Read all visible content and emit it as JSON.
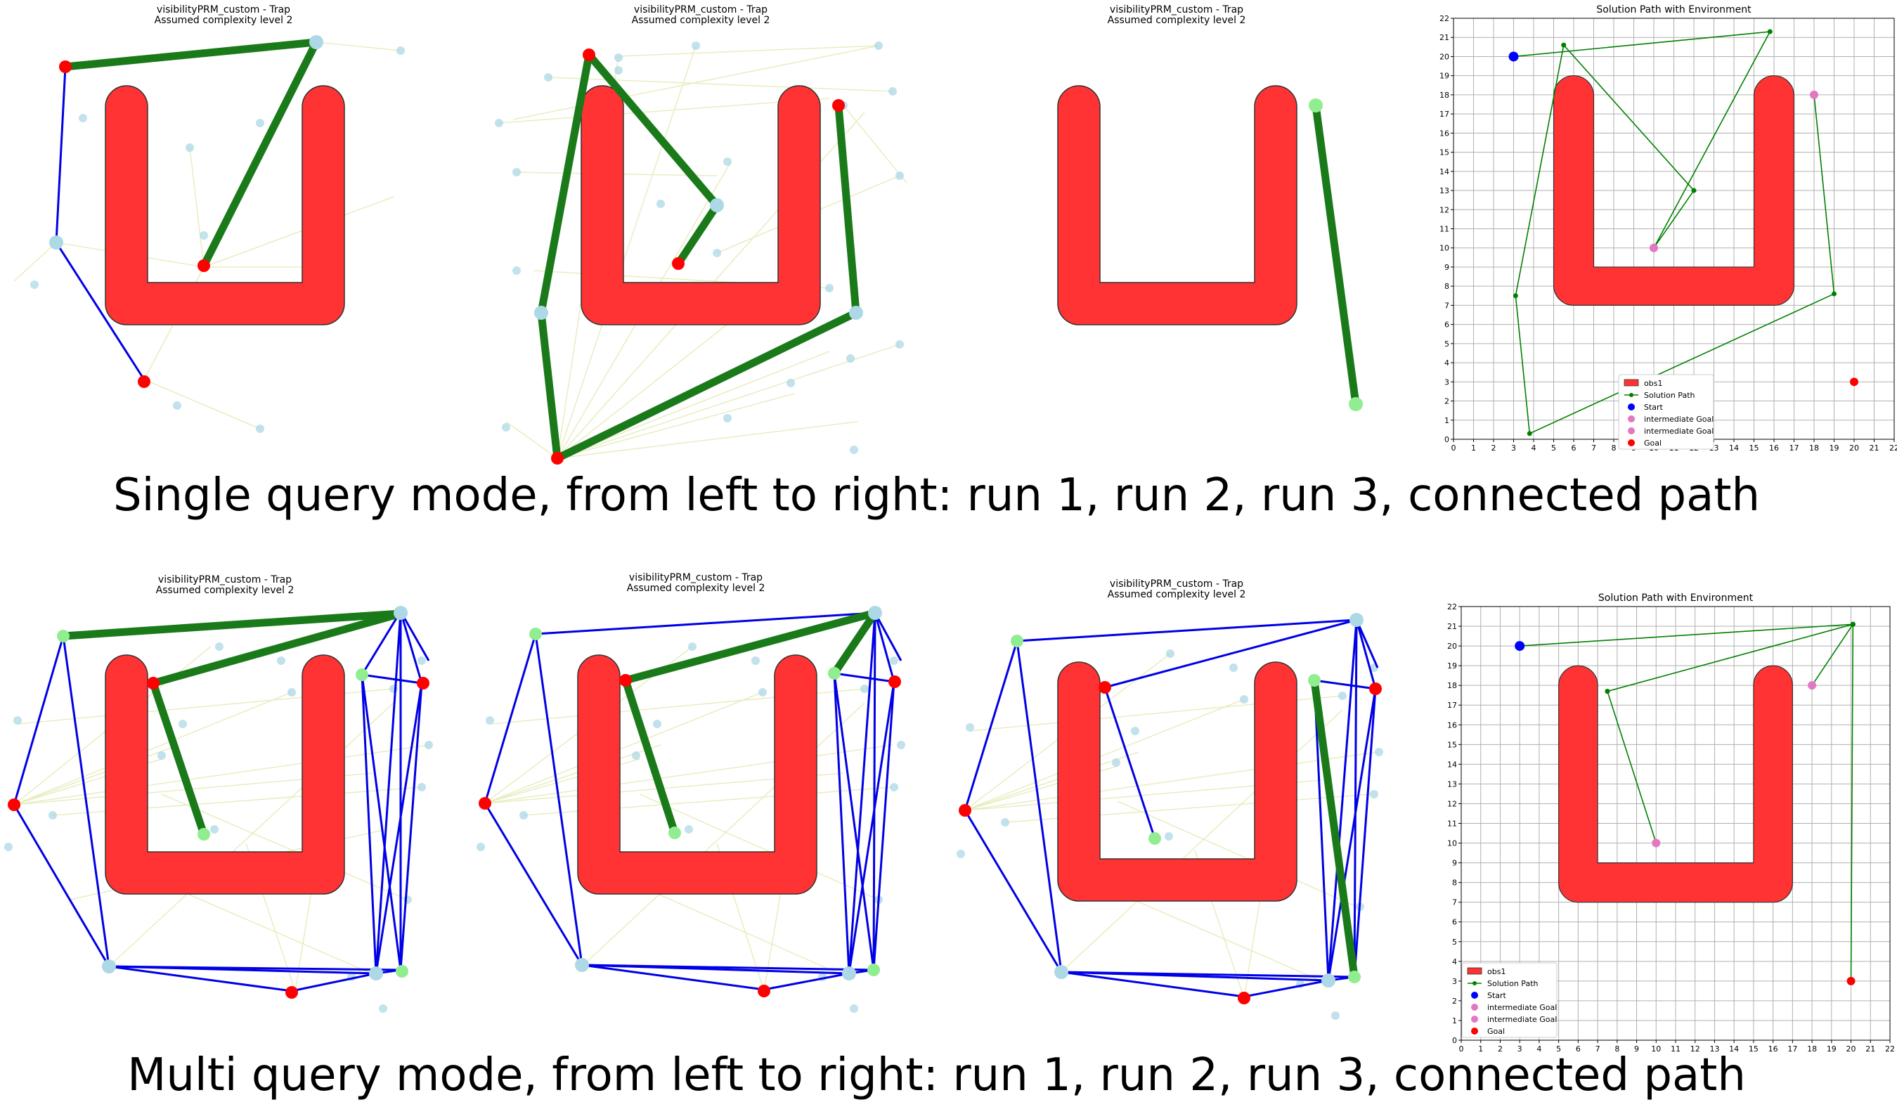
{
  "captions": {
    "single": "Single query mode, from left to right: run 1, run 2, run 3, connected path",
    "multi": "Multi query mode, from left to right: run 1, run 2, run 3, connected path"
  },
  "panels": [
    {
      "title1": "visibilityPRM_custom - Trap",
      "title2": "Assumed complexity level 2"
    },
    {
      "title1": "visibilityPRM_custom - Trap",
      "title2": "Assumed complexity level 2"
    },
    {
      "title1": "visibilityPRM_custom - Trap",
      "title2": "Assumed complexity level 2"
    },
    {
      "title1": "visibilityPRM_custom - Trap",
      "title2": "Assumed complexity level 2"
    },
    {
      "title1": "visibilityPRM_custom - Trap",
      "title2": "Assumed complexity level 2"
    },
    {
      "title1": "visibilityPRM_custom - Trap",
      "title2": "Assumed complexity level 2"
    }
  ],
  "colors": {
    "obstacle": "#ff3333",
    "path": "#1a7a1a",
    "edge": "#0000e6",
    "roadmap_edge": "#e8edc0",
    "node": "#add8e6",
    "red_node": "#ff0000",
    "green_node": "#90ee90",
    "intermediate": "#e377c2"
  },
  "chart_data": [
    {
      "type": "line",
      "title": "Solution Path with Environment",
      "xlim": [
        0,
        22
      ],
      "ylim": [
        0,
        22
      ],
      "xticks": [
        0,
        1,
        2,
        3,
        4,
        5,
        6,
        7,
        8,
        9,
        10,
        11,
        12,
        13,
        14,
        15,
        16,
        17,
        18,
        19,
        20,
        21,
        22
      ],
      "yticks": [
        0,
        1,
        2,
        3,
        4,
        5,
        6,
        7,
        8,
        9,
        10,
        11,
        12,
        13,
        14,
        15,
        16,
        17,
        18,
        19,
        20,
        21,
        22
      ],
      "grid": true,
      "legend_position": "lower-center",
      "legend": [
        "obs1",
        "Solution Path",
        "Start",
        "intermediate Goal",
        "intermediate Goal",
        "Goal"
      ],
      "path": [
        [
          3,
          20
        ],
        [
          15.8,
          21.3
        ],
        [
          10,
          10
        ],
        [
          12,
          13
        ],
        [
          5.5,
          20.6
        ],
        [
          3.1,
          7.5
        ],
        [
          3.8,
          0.3
        ],
        [
          19,
          7.6
        ],
        [
          18,
          18
        ]
      ],
      "start": [
        3,
        20
      ],
      "intermediate_goals": [
        [
          10,
          10
        ],
        [
          18,
          18
        ]
      ],
      "goal": [
        20,
        3
      ]
    },
    {
      "type": "line",
      "title": "Solution Path with Environment",
      "xlim": [
        0,
        22
      ],
      "ylim": [
        0,
        22
      ],
      "xticks": [
        0,
        1,
        2,
        3,
        4,
        5,
        6,
        7,
        8,
        9,
        10,
        11,
        12,
        13,
        14,
        15,
        16,
        17,
        18,
        19,
        20,
        21,
        22
      ],
      "yticks": [
        0,
        1,
        2,
        3,
        4,
        5,
        6,
        7,
        8,
        9,
        10,
        11,
        12,
        13,
        14,
        15,
        16,
        17,
        18,
        19,
        20,
        21,
        22
      ],
      "grid": true,
      "legend_position": "lower-left",
      "legend": [
        "obs1",
        "Solution Path",
        "Start",
        "intermediate Goal",
        "intermediate Goal",
        "Goal"
      ],
      "path": [
        [
          3,
          20
        ],
        [
          20.1,
          21.1
        ],
        [
          7.5,
          17.7
        ],
        [
          10,
          10
        ],
        [
          7.5,
          17.7
        ],
        [
          20.1,
          21.1
        ],
        [
          18,
          18
        ],
        [
          20.1,
          21.1
        ],
        [
          20,
          3
        ]
      ],
      "start": [
        3,
        20
      ],
      "intermediate_goals": [
        [
          10,
          10
        ],
        [
          18,
          18
        ]
      ],
      "goal": [
        20,
        3
      ]
    }
  ]
}
